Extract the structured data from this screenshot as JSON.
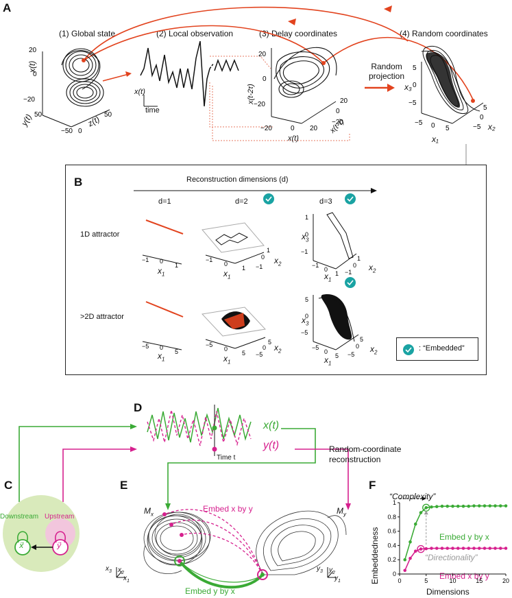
{
  "panels": {
    "a": "A",
    "b": "B",
    "c": "C",
    "d": "D",
    "e": "E",
    "f": "F"
  },
  "panel_a": {
    "titles": [
      "(1) Global state",
      "(2) Local observation",
      "(3) Delay coordinates",
      "(4) Random coordinates"
    ],
    "global": {
      "x_label": "x(t)",
      "y_label": "y(t)",
      "z_label": "z(t)",
      "ticks_x": [
        "20",
        "0",
        "−20"
      ],
      "ticks_y": [
        "50",
        "−50"
      ],
      "ticks_z": [
        "−50",
        "0",
        "50"
      ]
    },
    "local": {
      "y_label": "x(t)",
      "x_label": "time"
    },
    "delay": {
      "y_label": "x(t-2τ)",
      "x_label": "x(t)",
      "z_label": "x(t-τ)",
      "ticks_y": [
        "20",
        "0",
        "−20"
      ],
      "ticks_x": [
        "−20",
        "0",
        "20"
      ],
      "ticks_z": [
        "20",
        "0",
        "−20"
      ]
    },
    "random_proj": "Random\nprojection",
    "random": {
      "y_label": "x₃",
      "x_label": "x₁",
      "z_label": "x₂",
      "ticks_y": [
        "5",
        "0",
        "−5"
      ],
      "ticks_x": [
        "−5",
        "0",
        "5"
      ],
      "ticks_z": [
        "5",
        "0",
        "−5"
      ]
    }
  },
  "panel_b": {
    "axis_title": "Reconstruction dimensions (d)",
    "columns": [
      "d=1",
      "d=2",
      "d=3"
    ],
    "rows": [
      "1D attractor",
      ">2D attractor"
    ],
    "ticks_1d": [
      "−1",
      "0",
      "1"
    ],
    "ticks_2d": [
      "−5",
      "0",
      "5"
    ],
    "legend_text": ":  “Embedded”"
  },
  "panel_c": {
    "downstream": "Downstream",
    "upstream": "Upstream",
    "x_sym": "x⃗",
    "y_sym": "y⃗"
  },
  "panel_d": {
    "x_label": "x(t)",
    "y_label": "y(t)",
    "time_label": "Time t",
    "recon_label": "Random-coordinate\nreconstruction"
  },
  "panel_e": {
    "mx": "M",
    "my": "M",
    "embed_x_by_y": "Embed x by y",
    "embed_y_by_x": "Embed y by x"
  },
  "panel_f": {
    "complexity": "“Complexity”",
    "directionality": "“Directionality”",
    "ylabel": "Embeddedness",
    "xlabel": "Dimensions",
    "xticks": [
      "0",
      "5",
      "10",
      "15",
      "20"
    ],
    "yticks": [
      "0",
      "0.2",
      "0.4",
      "0.6",
      "0.8",
      "1"
    ]
  },
  "chart_data": {
    "type": "line",
    "xlabel": "Dimensions",
    "ylabel": "Embeddedness",
    "xlim": [
      0,
      20
    ],
    "ylim": [
      0,
      1
    ],
    "x": [
      1,
      2,
      3,
      4,
      5,
      6,
      7,
      8,
      9,
      10,
      11,
      12,
      13,
      14,
      15,
      16,
      17,
      18,
      19,
      20
    ],
    "series": [
      {
        "name": "Embed y by x",
        "color": "#3aaa35",
        "values": [
          0.2,
          0.45,
          0.7,
          0.86,
          0.93,
          0.94,
          0.945,
          0.95,
          0.95,
          0.95,
          0.95,
          0.95,
          0.95,
          0.955,
          0.955,
          0.955,
          0.955,
          0.955,
          0.955,
          0.955
        ]
      },
      {
        "name": "Embed x by y",
        "color": "#d6208e",
        "values": [
          0.05,
          0.22,
          0.32,
          0.35,
          0.355,
          0.36,
          0.36,
          0.36,
          0.36,
          0.36,
          0.36,
          0.36,
          0.36,
          0.36,
          0.36,
          0.36,
          0.36,
          0.36,
          0.36,
          0.36
        ]
      }
    ]
  },
  "colors": {
    "green": "#3aaa35",
    "magenta": "#d6208e",
    "red": "#e2431e",
    "teal": "#1aa3a3",
    "lightgreen": "#d9eabb",
    "lightpink": "#f2c6dd"
  }
}
